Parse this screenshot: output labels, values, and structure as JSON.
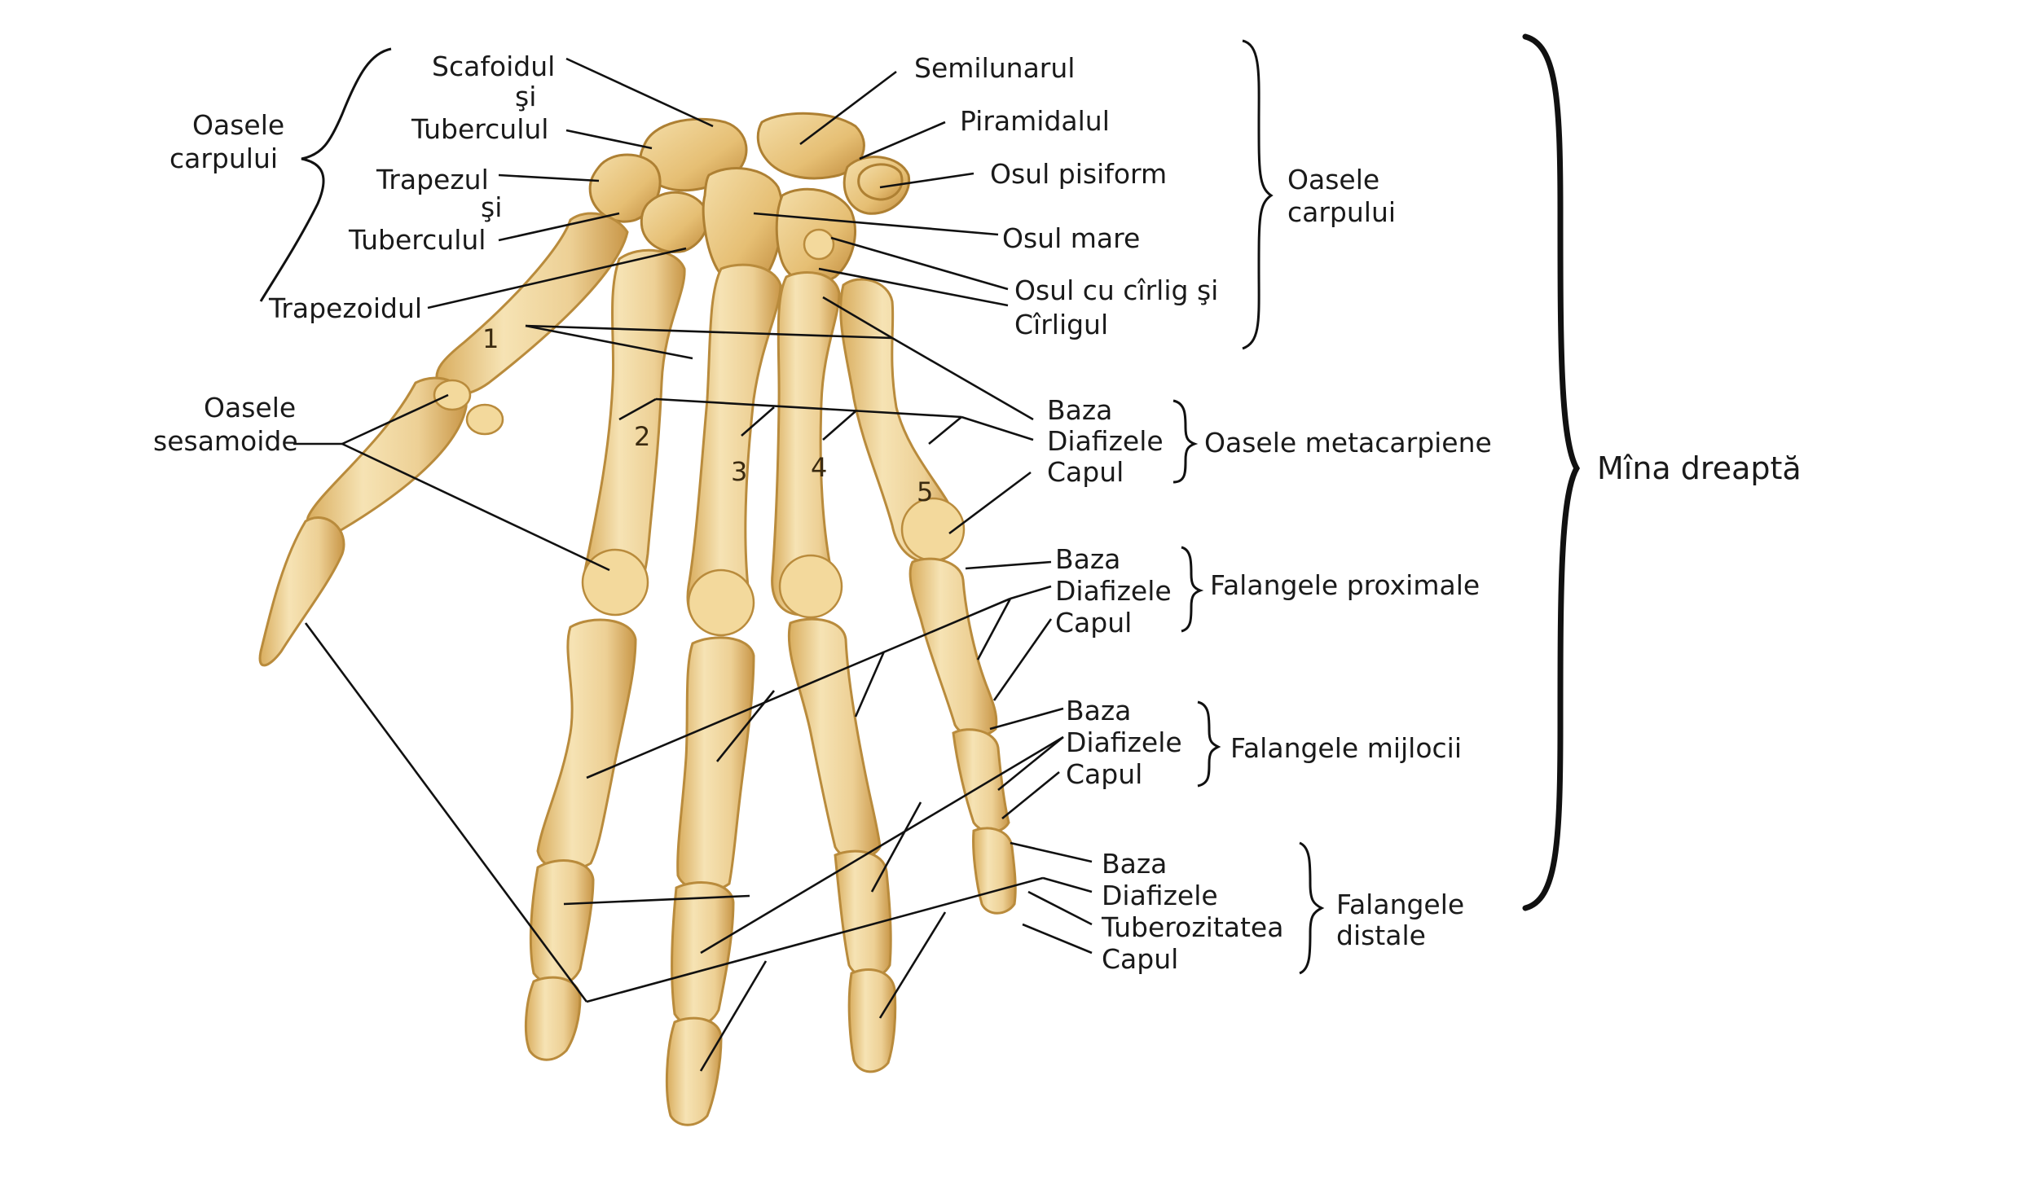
{
  "labels": {
    "scafoidul": "Scafoidul",
    "si1": "şi",
    "tuberculul1": "Tuberculul",
    "trapezul": "Trapezul",
    "si2": "şi",
    "tuberculul2": "Tuberculul",
    "trapezoidul": "Trapezoidul",
    "oasele_carpului_left_1": "Oasele",
    "oasele_carpului_left_2": "carpului",
    "oasele_sesamoide_1": "Oasele",
    "oasele_sesamoide_2": "sesamoide",
    "semilunarul": "Semilunarul",
    "piramidalul": "Piramidalul",
    "osul_pisiform": "Osul pisiform",
    "osul_mare": "Osul mare",
    "osul_cu_cirlig": "Osul cu cîrlig şi",
    "cirligul": "Cîrligul",
    "oasele_carpului_right_1": "Oasele",
    "oasele_carpului_right_2": "carpului",
    "meta_baza": "Baza",
    "meta_diafizele": "Diafizele",
    "meta_capul": "Capul",
    "oasele_metacarpiene": "Oasele metacarpiene",
    "prox_baza": "Baza",
    "prox_diafizele": "Diafizele",
    "prox_capul": "Capul",
    "falangele_proximale": "Falangele proximale",
    "mid_baza": "Baza",
    "mid_diafizele": "Diafizele",
    "mid_capul": "Capul",
    "falangele_mijlocii": "Falangele mijlocii",
    "dist_baza": "Baza",
    "dist_diafizele": "Diafizele",
    "dist_tuberozitatea": "Tuberozitatea",
    "dist_capul": "Capul",
    "falangele_distale_1": "Falangele",
    "falangele_distale_2": "distale",
    "mina_dreapta": "Mîna dreaptă"
  },
  "metacarpal_numbers": [
    "1",
    "2",
    "3",
    "4",
    "5"
  ],
  "colors": {
    "bone_light": "#f6e3b4",
    "bone_mid": "#e9c67f",
    "bone_dark": "#c89544",
    "outline": "#b98b3c",
    "line": "#111111"
  }
}
